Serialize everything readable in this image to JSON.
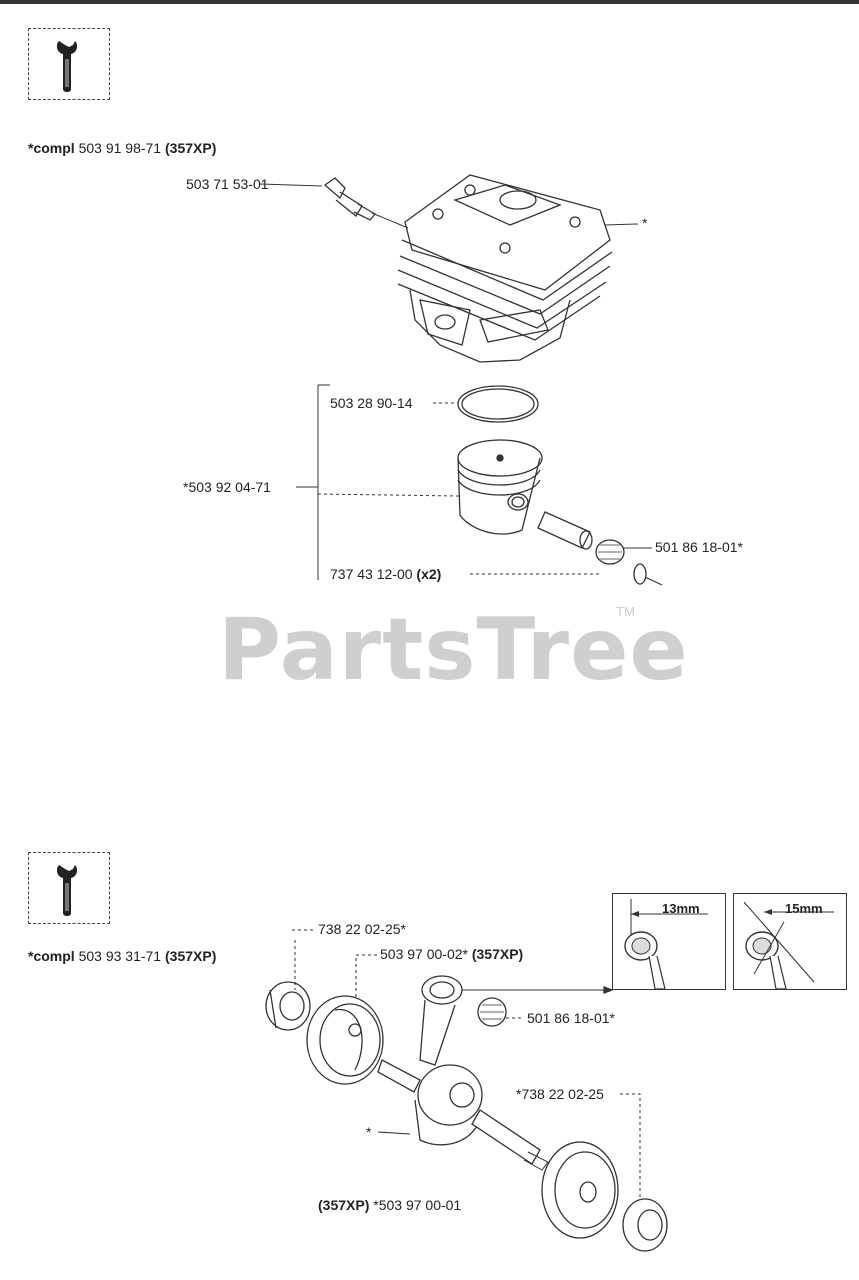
{
  "watermark": {
    "brand": "PartsTree",
    "trademark": "TM"
  },
  "section1": {
    "compl_prefix": "*compl",
    "compl_number": "503 91 98-71",
    "compl_model": "(357XP)",
    "parts": {
      "decomp_valve": "503 71 53-01",
      "cylinder_marker": "*",
      "piston_ring": "503 28 90-14",
      "piston_kit": "*503 92 04-71",
      "needle_bearing": "501 86 18-01*",
      "circlip_number": "737 43 12-00",
      "circlip_qty": "(x2)"
    }
  },
  "section2": {
    "compl_prefix": "*compl",
    "compl_number": "503 93 31-71",
    "compl_model": "(357XP)",
    "parts": {
      "seal_top": "738 22 02-25*",
      "crank_half_number": "503 97 00-02*",
      "crank_half_model": "(357XP)",
      "needle_bearing": "501 86 18-01*",
      "seal_right": "*738 22 02-25",
      "crank_marker": "*",
      "crank_bottom_model": "(357XP)",
      "crank_bottom_number": "*503 97 00-01"
    },
    "detail_a": "13mm",
    "detail_b": "15mm"
  },
  "icons": [
    "info-wrench-icon",
    "info-wrench-icon"
  ],
  "colors": {
    "line": "#333333",
    "watermark": "#cfcfcf"
  }
}
